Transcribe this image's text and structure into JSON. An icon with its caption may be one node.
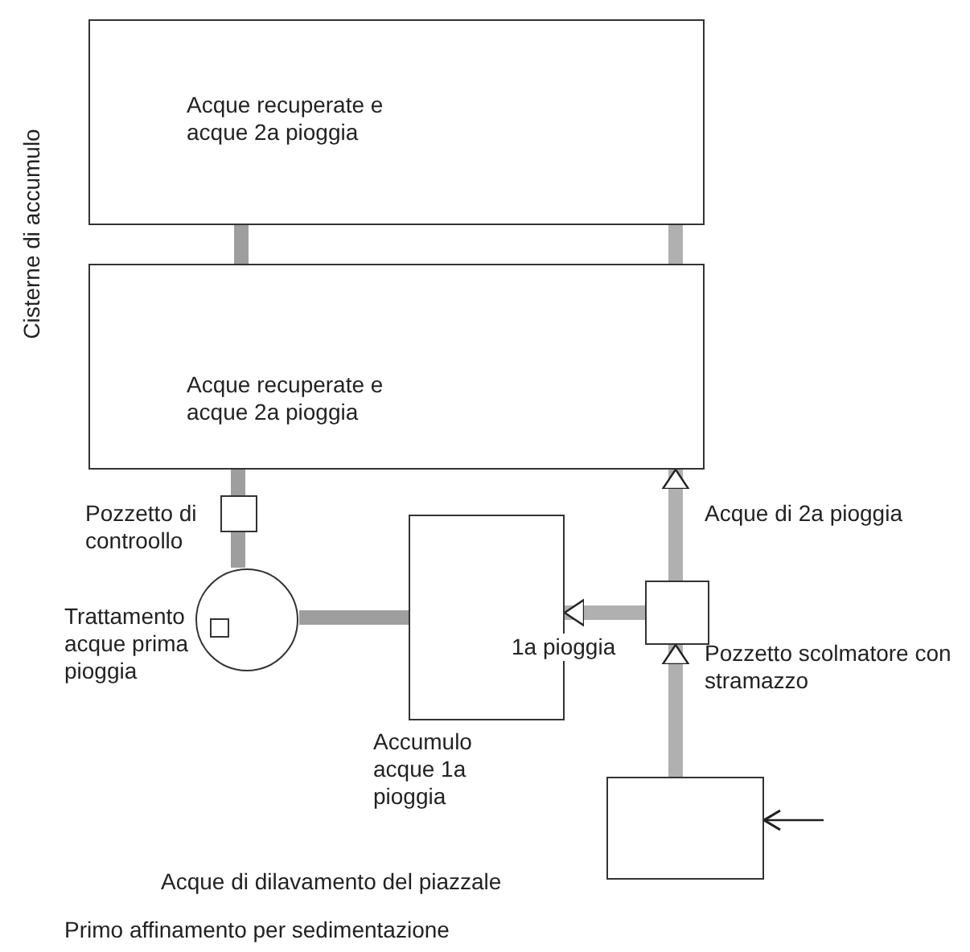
{
  "diagram": {
    "caption": "Primo affinamento per sedimentazione",
    "nodes": [
      {
        "text": [
          "Acque recuperate e acque 2a pioggia"
        ]
      },
      {
        "text": [
          "Acque recuperate e acque 2a pioggia"
        ]
      },
      {
        "text": [],
        "shape": "box",
        "beside": [
          "Pozzetto di controollo"
        ]
      },
      {
        "text": [],
        "shape": "circle",
        "beside": [
          "Trattamento acque prima pioggia"
        ]
      },
      {
        "text": [],
        "shape": "box",
        "beside": [
          "Accumulo acque 1a pioggia"
        ]
      },
      {
        "text": [],
        "shape": "box",
        "beside": [
          "Pozzetto scolmatore con stramazzo"
        ]
      },
      {
        "text": [],
        "shape": "box"
      }
    ],
    "edges": [
      {
        "from": 0,
        "to": 1,
        "arrow": "none"
      },
      {
        "from": 0,
        "to": 1,
        "arrow": "none"
      },
      {
        "from": 1,
        "to": 2,
        "arrow": "none"
      },
      {
        "from": 2,
        "to": 3,
        "arrow": "none"
      },
      {
        "from": 3,
        "to": 4,
        "arrow": "none"
      },
      {
        "from": 5,
        "to": 4,
        "arrow": "to",
        "label": "1a pioggia"
      },
      {
        "from": 5,
        "to": 1,
        "arrow": "to",
        "label": "Acque di 2a pioggia"
      },
      {
        "from": 6,
        "to": 5,
        "arrow": "to"
      },
      {
        "from": null,
        "to": 6,
        "arrow": "to",
        "color": "#222222"
      }
    ],
    "labels": [
      "Cisterne di accumulo",
      "Acque di dilavamento del piazzale"
    ]
  }
}
